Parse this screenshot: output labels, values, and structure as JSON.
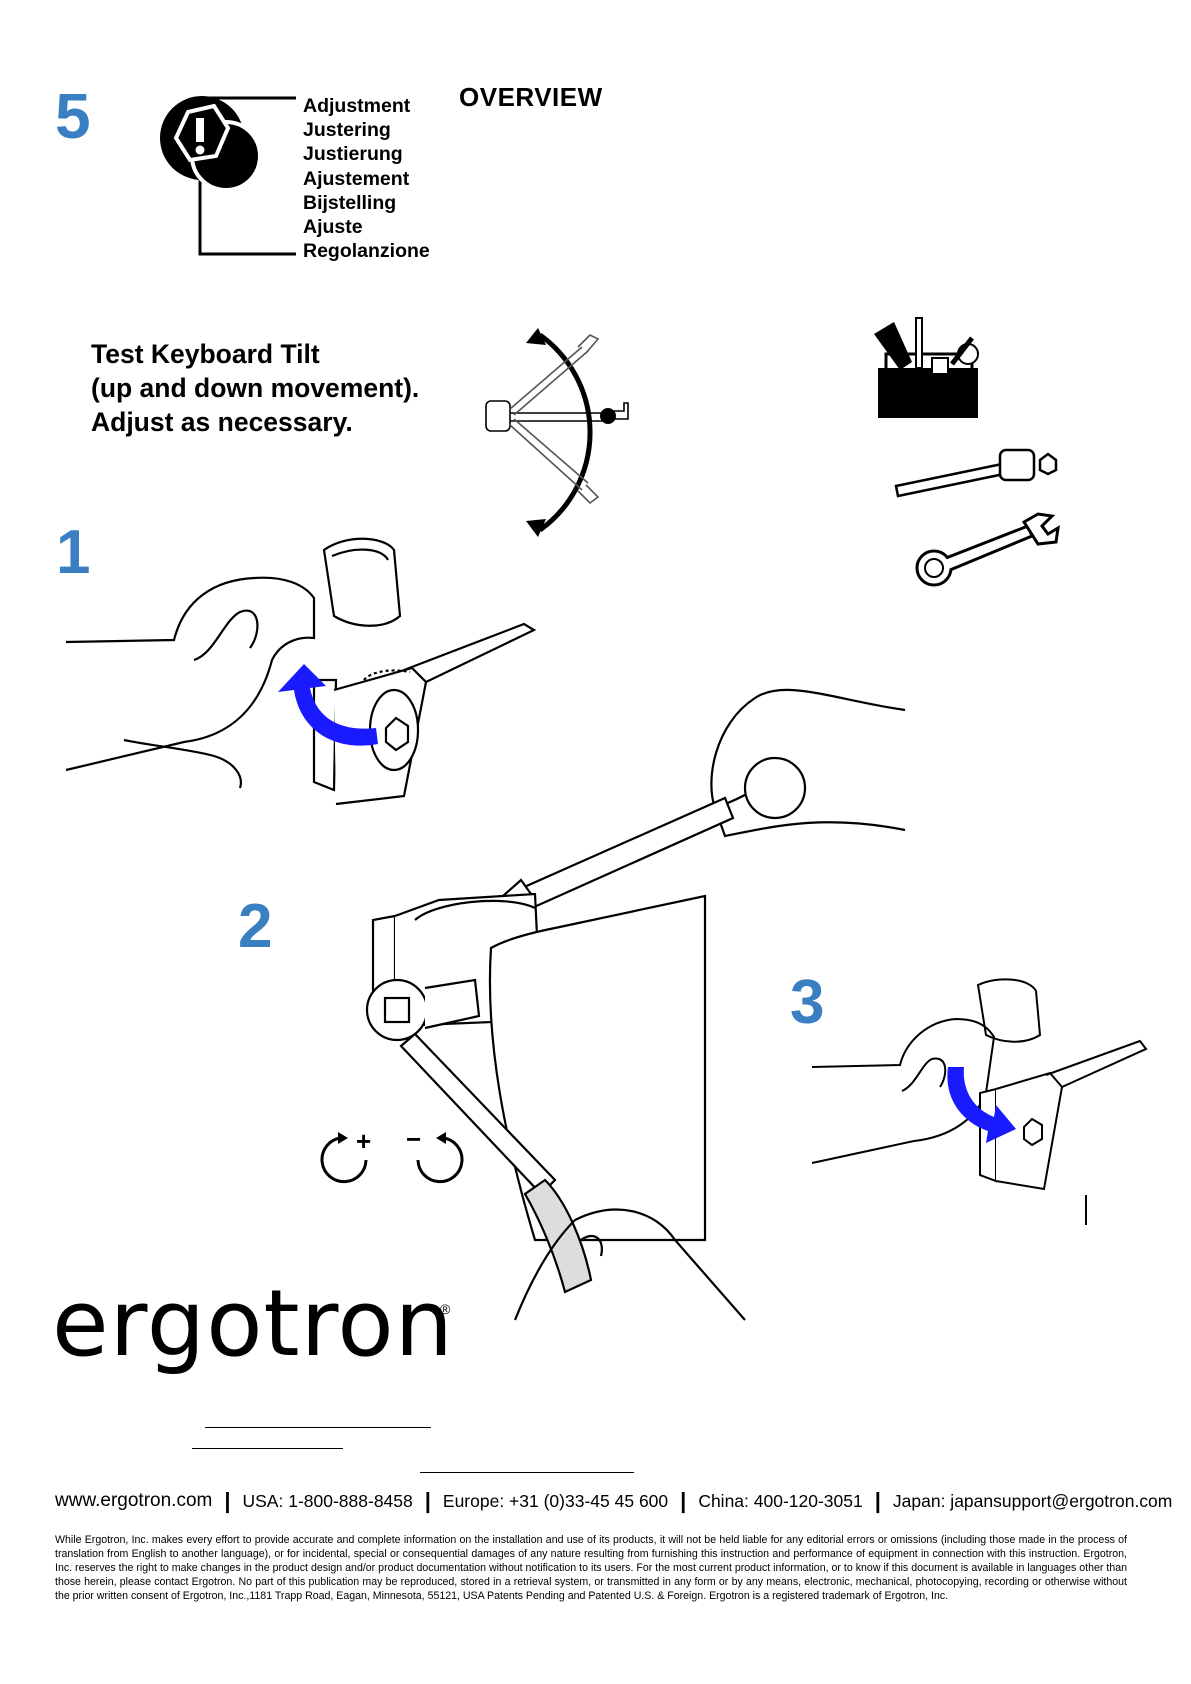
{
  "step": {
    "number": "5"
  },
  "adjustment_labels": [
    "Adjustment",
    "Justering",
    "Justierung",
    "Ajustement",
    "Bijstelling",
    "Ajuste",
    "Regolanzione"
  ],
  "overview_label": "OVERVIEW",
  "instruction": {
    "lines": [
      "Test Keyboard Tilt",
      "(up and down movement).",
      "Adjust as necessary."
    ]
  },
  "sub_steps": [
    "1",
    "2",
    "3"
  ],
  "rotation_symbols": {
    "clockwise": "+",
    "counter_clockwise": "−"
  },
  "logo": {
    "text": "ergotron",
    "registered": "®"
  },
  "contact": {
    "website": "www.ergotron.com",
    "usa": "USA: 1-800-888-8458",
    "europe": "Europe: +31 (0)33-45 45 600",
    "china": "China: 400-120-3051",
    "japan": "Japan: japansupport@ergotron.com"
  },
  "disclaimer": "While Ergotron, Inc. makes every effort to provide accurate and complete information on the installation and use of its products, it will not be held liable for any editorial errors or omissions (including those made in the process of translation from English to another language), or for incidental, special or consequential damages of any nature resulting from furnishing this instruction and performance of equipment in connection with this instruction. Ergotron, Inc. reserves the right to make changes in the product design and/or product documentation without notification to its users. For the most current product information, or to know if this document is available in languages other than those herein, please contact Ergotron. No part of this publication may be reproduced, stored in a retrieval system, or transmitted in any form or by any means, electronic, mechanical, photocopying, recording or otherwise without the prior written consent of Ergotron, Inc.,1181 Trapp Road, Eagan, Minnesota, 55121, USA Patents Pending and Patented U.S. & Foreign. Ergotron is a registered trademark of Ergotron, Inc.",
  "colors": {
    "step_blue": "#3a7fc1",
    "arrow_blue": "#1a1aff",
    "ink": "#000000"
  },
  "icons": [
    "adjustment-warning-icon",
    "tilt-range-icon",
    "toolbox-icon",
    "ratchet-wrench-icon",
    "combination-wrench-icon",
    "rotate-clockwise-icon",
    "rotate-counterclockwise-icon"
  ]
}
